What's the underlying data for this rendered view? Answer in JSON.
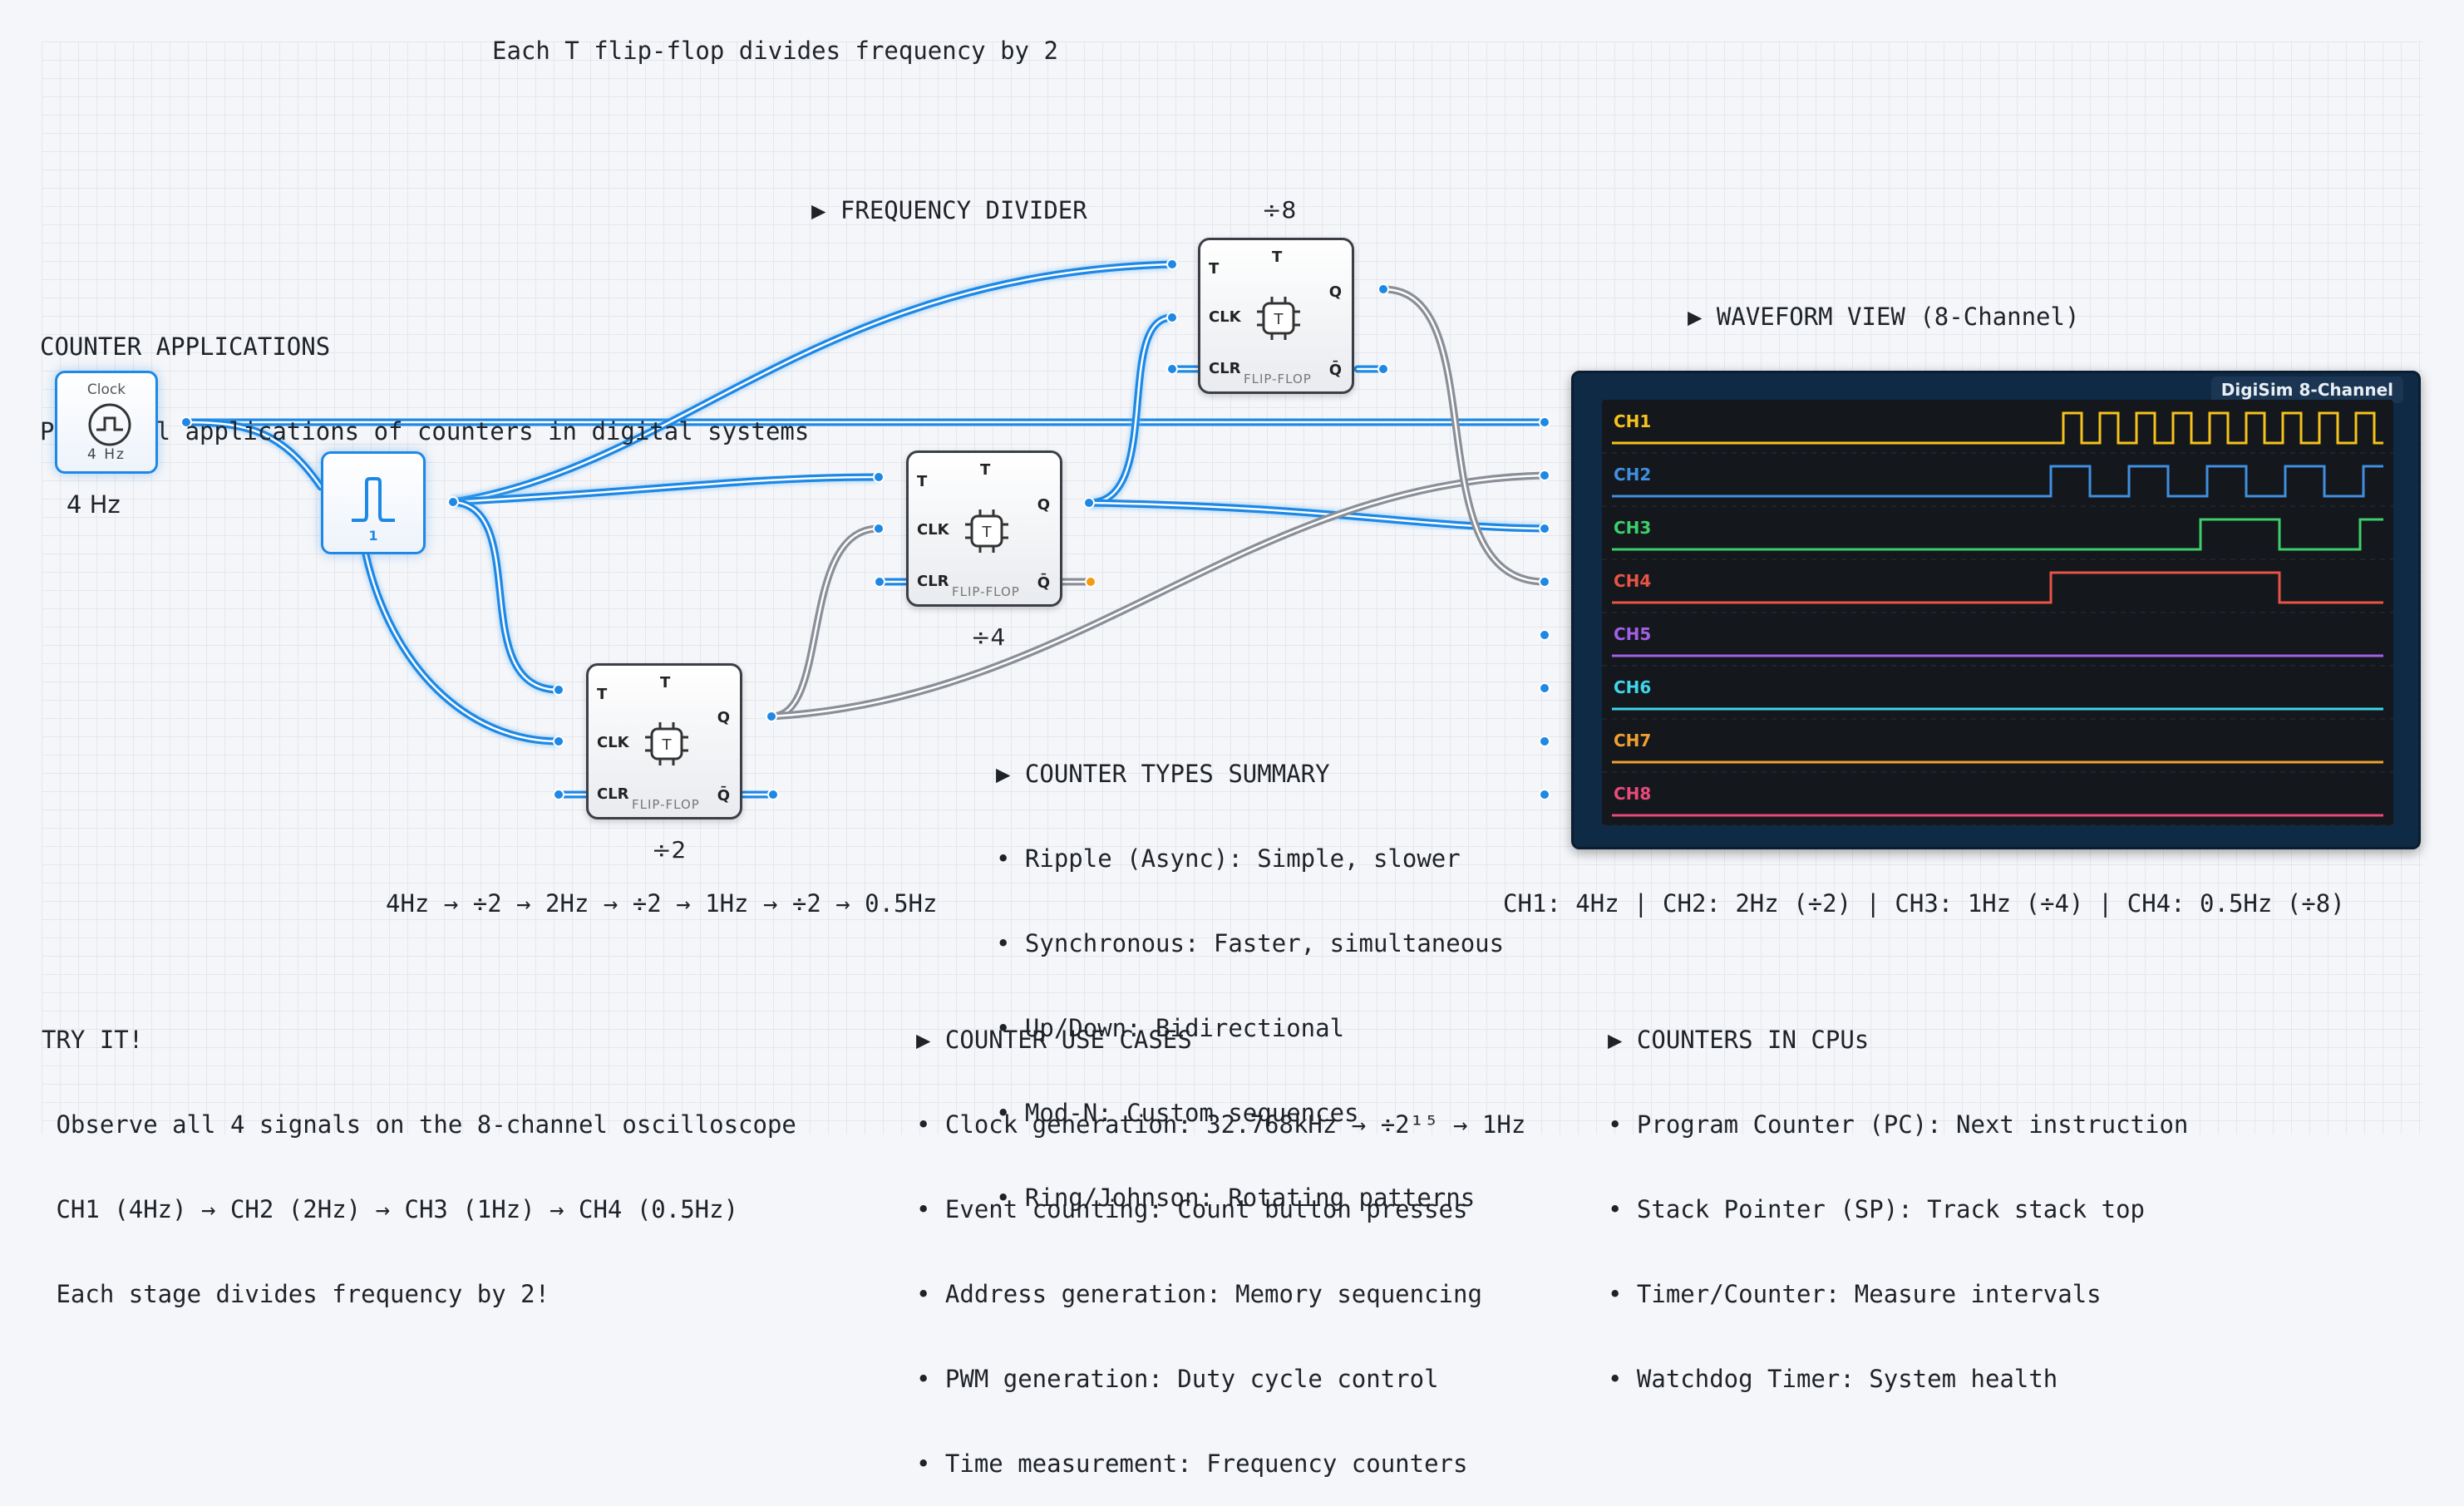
{
  "top_note": "Each T flip-flop divides frequency by 2",
  "freq_divider_title": "▶ FREQUENCY DIVIDER",
  "app": {
    "title": "COUNTER APPLICATIONS",
    "subtitle": "Practical applications of counters in digital systems"
  },
  "clock": {
    "label": "Clock",
    "freq": "4 Hz",
    "caption": "4 Hz"
  },
  "pulse": {
    "label": "1"
  },
  "flipflops": [
    {
      "top": "T",
      "t": "T",
      "clk": "CLK",
      "clr": "CLR",
      "q": "Q",
      "qbar": "Q̄",
      "name": "FLIP-FLOP",
      "glyph": "T",
      "div": "÷2"
    },
    {
      "top": "T",
      "t": "T",
      "clk": "CLK",
      "clr": "CLR",
      "q": "Q",
      "qbar": "Q̄",
      "name": "FLIP-FLOP",
      "glyph": "T",
      "div": "÷4"
    },
    {
      "top": "T",
      "t": "T",
      "clk": "CLK",
      "clr": "CLR",
      "q": "Q",
      "qbar": "Q̄",
      "name": "FLIP-FLOP",
      "glyph": "T",
      "div": "÷8"
    }
  ],
  "chain_text": "4Hz → ÷2 → 2Hz → ÷2 → 1Hz → ÷2 → 0.5Hz",
  "waveform_title": "▶ WAVEFORM VIEW (8-Channel)",
  "scope": {
    "brand": "DigiSim 8-Channel",
    "channels": [
      {
        "name": "CH1",
        "color": "#f6c21c"
      },
      {
        "name": "CH2",
        "color": "#3f8fe0"
      },
      {
        "name": "CH3",
        "color": "#3ccf6b"
      },
      {
        "name": "CH4",
        "color": "#e85445"
      },
      {
        "name": "CH5",
        "color": "#a260e6"
      },
      {
        "name": "CH6",
        "color": "#3ed6e8"
      },
      {
        "name": "CH7",
        "color": "#f0a030"
      },
      {
        "name": "CH8",
        "color": "#e84a7a"
      }
    ]
  },
  "channel_summary": "CH1: 4Hz | CH2: 2Hz (÷2) | CH3: 1Hz (÷4) | CH4: 0.5Hz (÷8)",
  "types": {
    "title": "▶ COUNTER TYPES SUMMARY",
    "items": [
      "• Ripple (Async): Simple, slower",
      "• Synchronous: Faster, simultaneous",
      "• Up/Down: Bidirectional",
      "• Mod-N: Custom sequences",
      "• Ring/Johnson: Rotating patterns"
    ]
  },
  "try": {
    "title": "TRY IT!",
    "lines": [
      " Observe all 4 signals on the 8-channel oscilloscope",
      " CH1 (4Hz) → CH2 (2Hz) → CH3 (1Hz) → CH4 (0.5Hz)",
      " Each stage divides frequency by 2!"
    ]
  },
  "uses": {
    "title": "▶ COUNTER USE CASES",
    "items": [
      "• Clock generation: 32.768kHz → ÷2¹⁵ → 1Hz",
      "• Event counting: Count button presses",
      "• Address generation: Memory sequencing",
      "• PWM generation: Duty cycle control",
      "• Time measurement: Frequency counters"
    ]
  },
  "cpu": {
    "title": "▶ COUNTERS IN CPUs",
    "items": [
      "• Program Counter (PC): Next instruction",
      "• Stack Pointer (SP): Track stack top",
      "• Timer/Counter: Measure intervals",
      "• Watchdog Timer: System health"
    ]
  }
}
